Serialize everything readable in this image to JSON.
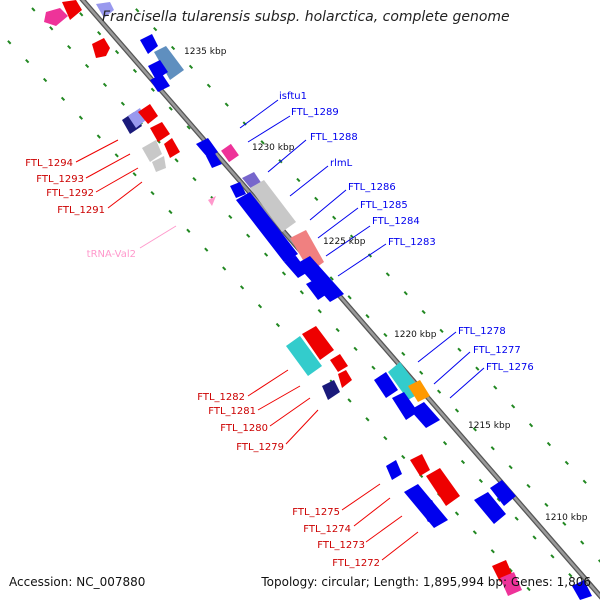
{
  "title": "Francisella tularensis subsp. holarctica, complete genome",
  "footer": {
    "accession": "Accession: NC_007880",
    "summary": "Topology: circular; Length: 1,895,994 bp; Genes: 1,806"
  },
  "ticks": [
    "1235 kbp",
    "1230 kbp",
    "1225 kbp",
    "1220 kbp",
    "1215 kbp",
    "1210 kbp"
  ],
  "labels": {
    "isftu1": "isftu1",
    "ftl1289": "FTL_1289",
    "ftl1288": "FTL_1288",
    "rlmL": "rlmL",
    "ftl1286": "FTL_1286",
    "ftl1285": "FTL_1285",
    "ftl1284": "FTL_1284",
    "ftl1283": "FTL_1283",
    "ftl1294": "FTL_1294",
    "ftl1293": "FTL_1293",
    "ftl1292": "FTL_1292",
    "ftl1291": "FTL_1291",
    "trnaVal2": "tRNA-Val2",
    "ftl1278": "FTL_1278",
    "ftl1277": "FTL_1277",
    "ftl1276": "FTL_1276",
    "ftl1282": "FTL_1282",
    "ftl1281": "FTL_1281",
    "ftl1280": "FTL_1280",
    "ftl1279": "FTL_1279",
    "ftl1275": "FTL_1275",
    "ftl1274": "FTL_1274",
    "ftl1273": "FTL_1273",
    "ftl1272": "FTL_1272"
  },
  "colors": {
    "forward": "#0000ee",
    "reverse": "#ee0000",
    "backbone": "#808080",
    "tick_dots": "#228822",
    "trna": "#ff99cc",
    "rrna_cyan": "#33cccc",
    "hypothetical_gray": "#c8c8c8",
    "steel": "#5f8fbf",
    "salmon": "#f08080",
    "purple": "#7766cc",
    "navy": "#1a1a7a",
    "orange": "#ff9900",
    "magenta": "#ee3399"
  }
}
